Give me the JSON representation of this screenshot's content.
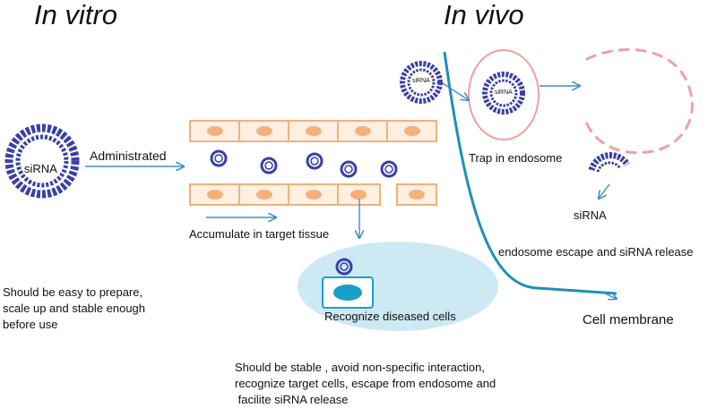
{
  "headings": {
    "left": "In vitro",
    "right": "In vivo"
  },
  "labels": {
    "sirna_large": "siRNA",
    "sirna_small": "siRNA",
    "sirna_endosome": "siRNA",
    "administrated": "Administrated",
    "accumulate": "Accumulate in target tissue",
    "recognize": "Recognize diseased cells",
    "trap": "Trap in endosome",
    "sirna_free": "siRNA",
    "escape": "endosome escape and siRNA release",
    "membrane": "Cell membrane"
  },
  "notes": {
    "in_vitro": [
      "Should be easy to prepare,",
      "scale up and stable enough",
      "before use"
    ],
    "in_vivo": [
      "Should be stable , avoid non-specific interaction,",
      "recognize target cells, escape from endosome and",
      " facilite siRNA release"
    ]
  },
  "colors": {
    "particle": "#3a3fa8",
    "cell_border": "#f0b27a",
    "cell_fill": "#fdefe2",
    "nucleus": "#f5b07a",
    "arrow": "#3f8fc7",
    "membrane": "#1f8fb8",
    "endosome": "#f0a0a0",
    "cell_zone": "#cde9f4",
    "diseased_nucleus": "#1aa0c8"
  }
}
